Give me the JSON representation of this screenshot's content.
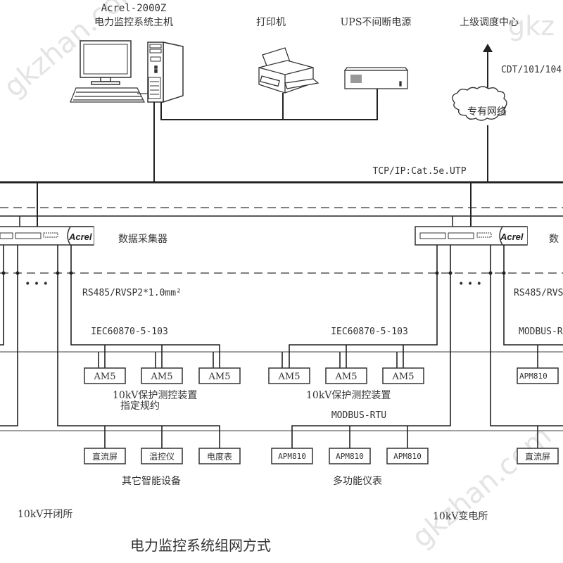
{
  "title": "电力监控系统组网方式",
  "host": {
    "model": "Acrel-2000Z",
    "label": "电力监控系统主机"
  },
  "printer": {
    "label": "打印机"
  },
  "ups": {
    "label": "UPS不间断电源"
  },
  "dispatch": {
    "label": "上级调度中心",
    "protocol": "CDT/101/104",
    "cloud_label": "专有网络"
  },
  "network": {
    "label": "TCP/IP:Cat.5e.UTP"
  },
  "collector": {
    "label": "数据采集器",
    "brand": "Acrel",
    "label_right_partial": "数"
  },
  "bus": {
    "label": "RS485/RVSP2*1.0mm²",
    "label_right_partial": "RS485/RVS"
  },
  "ellipsis": "• • •",
  "sites": [
    {
      "name": "10kV开闭所",
      "protection": {
        "protocol": "IEC60870-5-103",
        "devices": [
          "AM5",
          "AM5",
          "AM5"
        ],
        "caption": "10kV保护测控装置",
        "caption2": "指定规约"
      },
      "other": {
        "devices": [
          "直流屏",
          "温控仪",
          "电度表"
        ],
        "caption": "其它智能设备"
      }
    },
    {
      "name": "10kV变电所",
      "protection": {
        "protocol": "IEC60870-5-103",
        "devices": [
          "AM5",
          "AM5",
          "AM5"
        ],
        "caption": "10kV保护测控装置"
      },
      "meters": {
        "protocol": "MODBUS-RTU",
        "devices": [
          "APM810",
          "APM810",
          "APM810"
        ],
        "caption": "多功能仪表"
      }
    },
    {
      "partial": true,
      "protocol": "MODBUS-R",
      "device_top": "APM810",
      "device_bottom": "直流屏"
    }
  ],
  "watermark": "gkzhan.com"
}
